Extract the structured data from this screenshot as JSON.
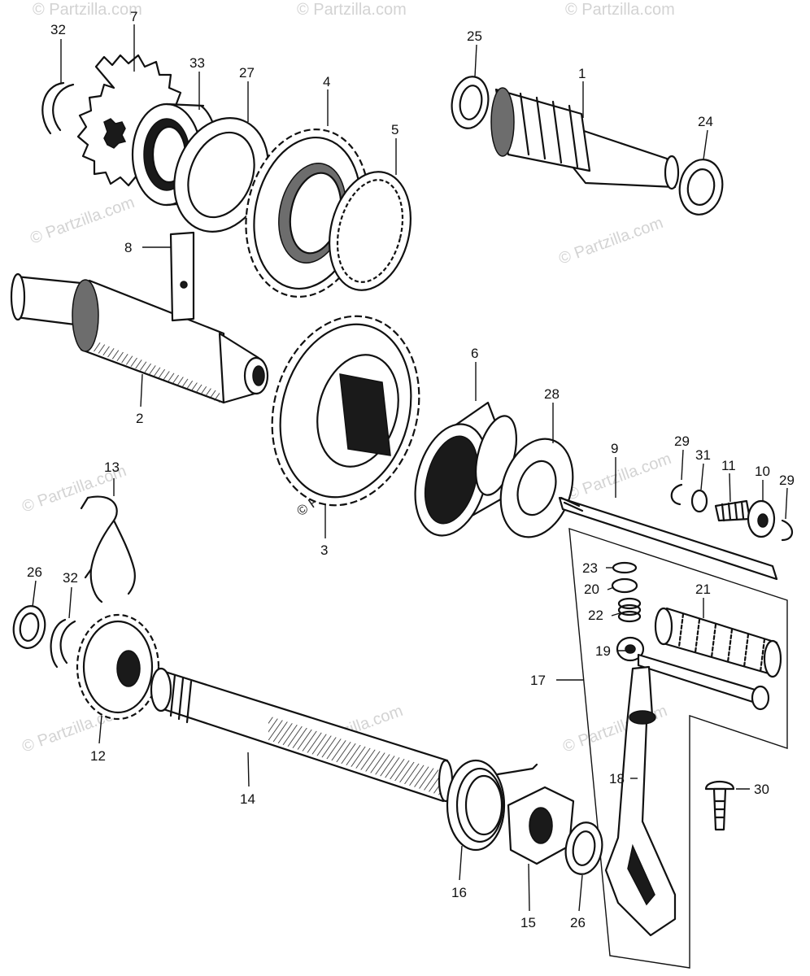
{
  "watermark": "© Partzilla.com",
  "callouts": {
    "c1": "1",
    "c2": "2",
    "c3": "3",
    "c4": "4",
    "c5": "5",
    "c6": "6",
    "c7": "7",
    "c8": "8",
    "c9": "9",
    "c10": "10",
    "c11": "11",
    "c12": "12",
    "c13": "13",
    "c14": "14",
    "c15": "15",
    "c16": "16",
    "c17": "17",
    "c18": "18",
    "c19": "19",
    "c20": "20",
    "c21": "21",
    "c22": "22",
    "c23": "23",
    "c24": "24",
    "c25": "25",
    "c26a": "26",
    "c26b": "26",
    "c27": "27",
    "c28": "28",
    "c29a": "29",
    "c29b": "29",
    "c30": "30",
    "c31": "31",
    "c32a": "32",
    "c32b": "32",
    "c33": "33"
  }
}
